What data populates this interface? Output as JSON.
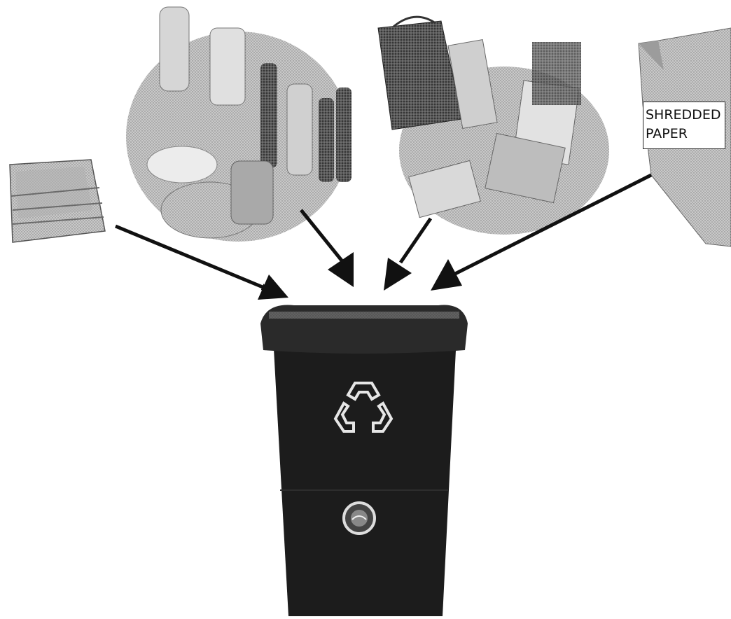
{
  "figure": {
    "label_lines": [
      "SHREDDED",
      "PAPER"
    ]
  },
  "items": [
    {
      "name": "flattened-cardboard-stack",
      "icon": "cardboard-icon"
    },
    {
      "name": "bottles-and-containers-pile",
      "icon": "bottles-icon"
    },
    {
      "name": "paper-packaging-pile",
      "icon": "packaging-icon"
    },
    {
      "name": "shredded-paper-bag",
      "icon": "shredded-paper-icon"
    }
  ],
  "bin": {
    "symbol": "recycle-icon",
    "emblem": "emblem-icon"
  },
  "colors": {
    "ink": "#111111",
    "bin": "#1c1c1c",
    "gray_light": "#bdbdbd",
    "gray_mid": "#8a8a8a"
  }
}
